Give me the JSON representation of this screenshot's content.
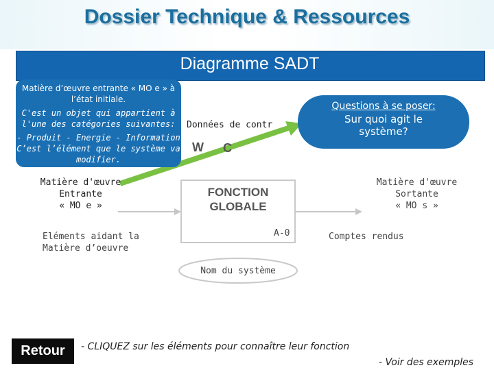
{
  "header": {
    "title": "Dossier Technique & Ressources"
  },
  "subtitle": "Diagramme SADT",
  "callout_left": {
    "line1": "Matière d’œuvre entrante « MO e » à",
    "line2": "l’état initiale.",
    "line3": "C'est un objet qui appartient à",
    "line4": "l'une des catégories suivantes:",
    "line5": "- Produit  - Energie  - Information",
    "line6": "C’est l’élément que le système va",
    "line7": "modifier."
  },
  "callout_right": {
    "line1": "Questions à se poser:",
    "line2": "Sur quoi agit le",
    "line3": "système?"
  },
  "diagram": {
    "control_data": "Données de contr",
    "w": "W",
    "c": "C",
    "function_line1": "FONCTION",
    "function_line2": "GLOBALE",
    "a0": "A-0",
    "input_line1": "Matière d'œuvre",
    "input_line2": "Entrante",
    "input_line3": "« MO e »",
    "output_line1": "Matière d'œuvre",
    "output_line2": "Sortante",
    "output_line3": "« MO s »",
    "support_line1": "Eléments aidant la",
    "support_line2": "Matière d’oeuvre",
    "reports": "Comptes rendus",
    "system_name": "Nom du système"
  },
  "footer": {
    "retour": "Retour",
    "instruction": "CLIQUEZ sur les éléments pour connaître leur fonction",
    "examples": "Voir des exemples"
  },
  "colors": {
    "accent": "#1566b0",
    "green": "#7ac143",
    "title": "#1b6f9e"
  }
}
